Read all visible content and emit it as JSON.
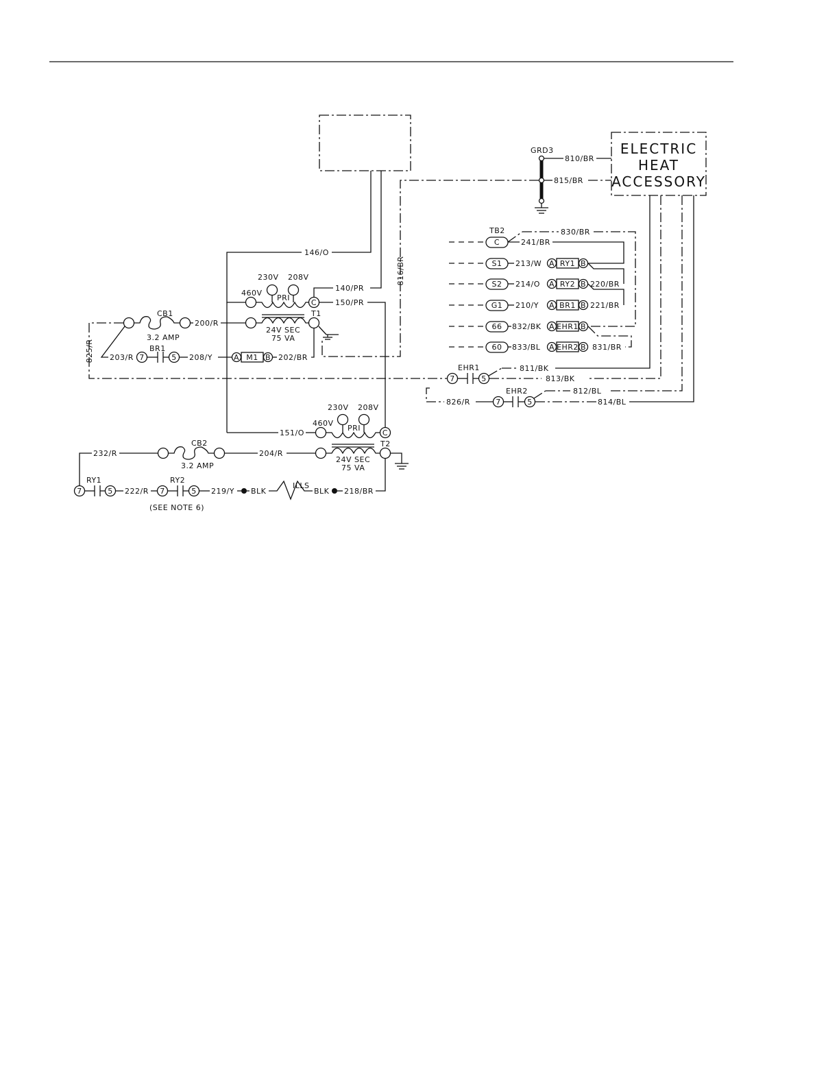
{
  "accessory": {
    "line1": "ELECTRIC",
    "line2": "HEAT",
    "line3": "ACCESSORY"
  },
  "ground": {
    "label": "GRD3",
    "w810": "810/BR",
    "w815": "815/BR",
    "w816": "816/BR"
  },
  "tb2": {
    "label": "TB2",
    "terminals": [
      "C",
      "S1",
      "S2",
      "G1",
      "66",
      "60"
    ],
    "w830": "830/BR",
    "w241": "241/BR",
    "w213": "213/W",
    "ry1": "RY1",
    "w220": "220/BR",
    "w214": "214/O",
    "ry2": "RY2",
    "w221": "221/BR",
    "w210": "210/Y",
    "br1": "BR1",
    "w832": "832/BK",
    "ehr1": "EHR1",
    "w833": "833/BL",
    "ehr2": "EHR2",
    "w831": "831/BR",
    "A": "A",
    "B": "B"
  },
  "t1": {
    "label": "T1",
    "v230": "230V",
    "v208": "208V",
    "v460": "460V",
    "pri": "PRI",
    "c": "C",
    "sec": "24V SEC",
    "va": "75 VA",
    "w146": "146/O",
    "w140": "140/PR",
    "w150": "150/PR",
    "cb": "CB1",
    "amp": "3.2 AMP",
    "w200": "200/R",
    "w825": "825/R",
    "w203": "203/R",
    "br": "BR1",
    "w208": "208/Y",
    "mot": "M1",
    "w202": "202/BR",
    "n7": "7",
    "n5": "5",
    "A": "A",
    "B": "B"
  },
  "ehr": {
    "ehr1": "EHR1",
    "w811": "811/BK",
    "w813": "813/BK",
    "ehr2": "EHR2",
    "w826": "826/R",
    "w812": "812/BL",
    "w814": "814/BL",
    "n7": "7",
    "n5": "5"
  },
  "t2": {
    "label": "T2",
    "v230": "230V",
    "v208": "208V",
    "v460": "460V",
    "pri": "PRI",
    "c": "C",
    "sec": "24V SEC",
    "va": "75 VA",
    "w151": "151/O",
    "w232": "232/R",
    "cb": "CB2",
    "amp": "3.2 AMP",
    "w204": "204/R",
    "ry1": "RY1",
    "w222": "222/R",
    "ry2": "RY2",
    "w219": "219/Y",
    "blk": "BLK",
    "ills": "ILLS",
    "w218": "218/BR",
    "note": "(SEE NOTE 6)",
    "n7": "7",
    "n5": "5"
  }
}
